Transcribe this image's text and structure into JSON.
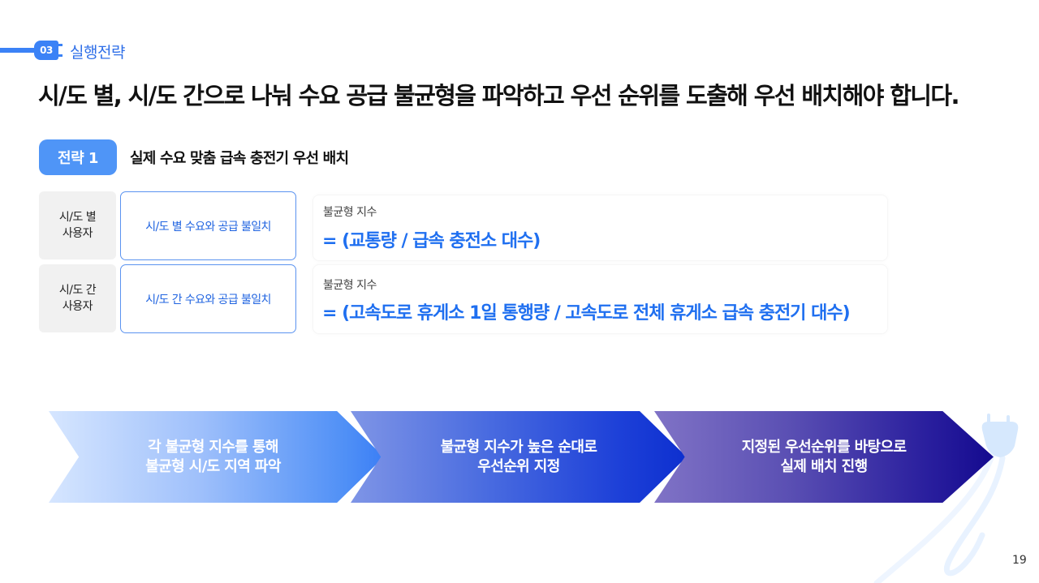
{
  "header": {
    "section_number": "03",
    "section_label": "실행전략",
    "title": "시/도 별, 시/도 간으로 나눠 수요 공급 불균형을 파악하고 우선 순위를 도출해 우선 배치해야 합니다."
  },
  "strategy": {
    "chip_label": "전략 1",
    "title": "실제 수요 맞춤 급속 충전기 우선 배치"
  },
  "rows": [
    {
      "user_line1": "시/도 별",
      "user_line2": "사용자",
      "mismatch": "시/도 별 수요와 공급 불일치",
      "formula_label": "불균형 지수",
      "formula": "= (교통량 / 급속 충전소 대수)"
    },
    {
      "user_line1": "시/도 간",
      "user_line2": "사용자",
      "mismatch": "시/도 간 수요와 공급 불일치",
      "formula_label": "불균형 지수",
      "formula": "= (고속도로 휴게소 1일 통행량 / 고속도로 전체 휴게소 급속 충전기 대수)"
    }
  ],
  "process_steps": [
    {
      "line1": "각 불균형 지수를 통해",
      "line2": "불균형 시/도 지역 파악"
    },
    {
      "line1": "불균형 지수가 높은 순대로",
      "line2": "우선순위 지정"
    },
    {
      "line1": "지정된 우선순위를 바탕으로",
      "line2": "실제 배치 진행"
    }
  ],
  "footer": {
    "page_number": "19"
  },
  "colors": {
    "accent": "#3b82f6",
    "formula_blue": "#1f6ff0",
    "chip_blue": "#4f95f7",
    "step1_end": "#3b7ef5",
    "step2_end": "#0d2fcf",
    "step3_end": "#140a8f"
  }
}
